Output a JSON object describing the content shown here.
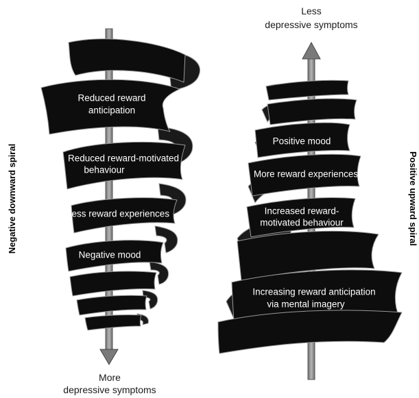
{
  "left_spiral": {
    "title": "Negative downward spiral",
    "bottom_label_line1": "More",
    "bottom_label_line2": "depressive symptoms",
    "stages": [
      {
        "line1": "Reduced reward",
        "line2": "anticipation"
      },
      {
        "line1": "Reduced reward-motivated",
        "line2": "behaviour"
      },
      {
        "line1": "Less reward experiences",
        "line2": ""
      },
      {
        "line1": "Negative mood",
        "line2": ""
      }
    ]
  },
  "right_spiral": {
    "title": "Positive upward spiral",
    "top_label_line1": "Less",
    "top_label_line2": "depressive symptoms",
    "stages": [
      {
        "line1": "Positive mood",
        "line2": ""
      },
      {
        "line1": "More reward experiences",
        "line2": ""
      },
      {
        "line1": "Increased reward-",
        "line2": "motivated behaviour"
      },
      {
        "line1": "Increasing reward anticipation",
        "line2": "via mental imagery"
      }
    ]
  },
  "colors": {
    "ribbon": "#0d0d0d",
    "ribbon_edge": "#9a9a9a",
    "arrow": "#8a8a8a",
    "arrow_edge": "#555555"
  }
}
